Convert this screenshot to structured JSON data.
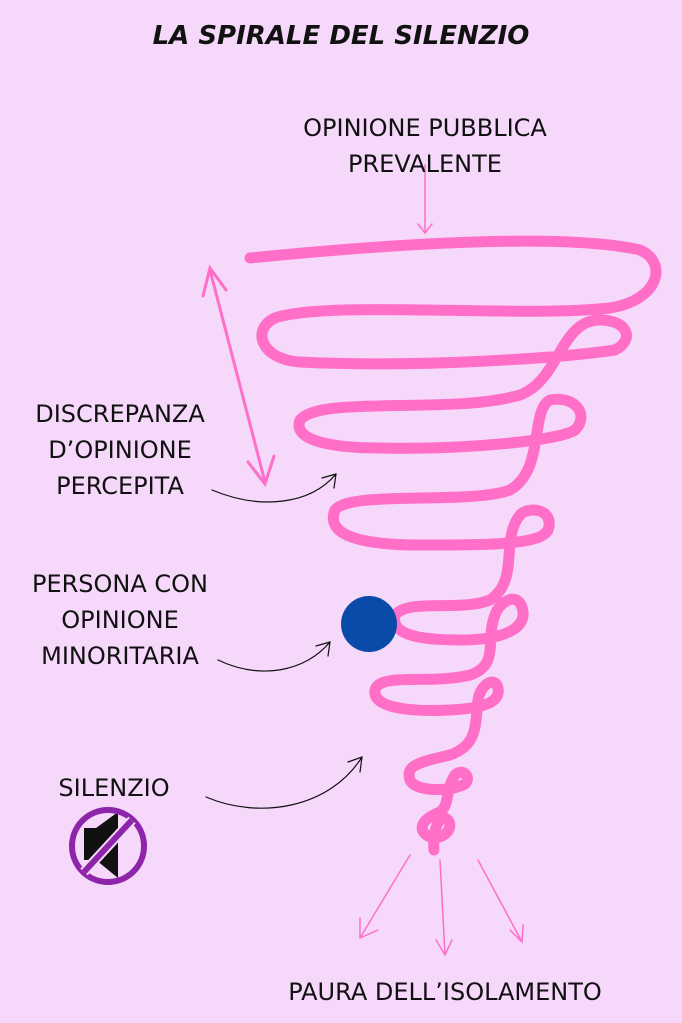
{
  "title": "LA SPIRALE DEL SILENZIO",
  "labels": {
    "opinione_1": "OPINIONE PUBBLICA",
    "opinione_2": "PREVALENTE",
    "discrepanza_1": "DISCREPANZA",
    "discrepanza_2": "D’OPINIONE",
    "discrepanza_3": "PERCEPITA",
    "persona_1": "PERSONA CON",
    "persona_2": "OPINIONE",
    "persona_3": "MINORITARIA",
    "silenzio": "SILENZIO",
    "paura": "PAURA DELL’ISOLAMENTO"
  },
  "colors": {
    "background": "#f5d8fa",
    "spiral": "#ff6fc8",
    "dot": "#0a4aa8",
    "mute_icon": "#8e24aa"
  }
}
